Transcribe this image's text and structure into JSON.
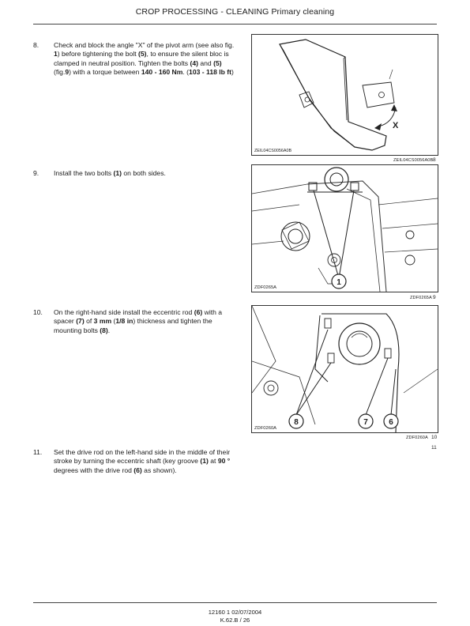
{
  "header": {
    "title": "CROP PROCESSING - CLEANING Primary cleaning"
  },
  "steps": [
    {
      "num": "8.",
      "segments": [
        [
          "Check and block the angle \"X\" of the pivot arm (see also fig. ",
          false
        ],
        [
          "1",
          true
        ],
        [
          ") before tightening the bolt ",
          false
        ],
        [
          "(5)",
          true
        ],
        [
          ", to ensure the silent bloc is clamped in neutral position. Tighten the bolts ",
          false
        ],
        [
          "(4)",
          true
        ],
        [
          " and ",
          false
        ],
        [
          "(5)",
          true
        ],
        [
          " (fig.",
          false
        ],
        [
          "9",
          true
        ],
        [
          ") with a torque between ",
          false
        ],
        [
          "140 - 160 Nm",
          true
        ],
        [
          ". (",
          false
        ],
        [
          "103 - 118 lb ft",
          true
        ],
        [
          ")",
          false
        ]
      ]
    },
    {
      "num": "9.",
      "segments": [
        [
          "Install the two bolts ",
          false
        ],
        [
          "(1)",
          true
        ],
        [
          " on both sides.",
          false
        ]
      ]
    },
    {
      "num": "10.",
      "segments": [
        [
          "On the right-hand side install the eccentric rod ",
          false
        ],
        [
          "(6)",
          true
        ],
        [
          " with a spacer ",
          false
        ],
        [
          "(7)",
          true
        ],
        [
          " of ",
          false
        ],
        [
          "3 mm",
          true
        ],
        [
          " (",
          false
        ],
        [
          "1/8 in",
          true
        ],
        [
          ") thickness and tighten the mounting bolts ",
          false
        ],
        [
          "(8)",
          true
        ],
        [
          ".",
          false
        ]
      ]
    },
    {
      "num": "11.",
      "segments": [
        [
          "Set the drive rod on the left-hand side in the middle of their stroke by turning the eccentric shaft (key groove ",
          false
        ],
        [
          "(1)",
          true
        ],
        [
          " at ",
          false
        ],
        [
          "90 °",
          true
        ],
        [
          " degrees with the drive rod ",
          false
        ],
        [
          "(6)",
          true
        ],
        [
          " as shown).",
          false
        ]
      ]
    }
  ],
  "figures": [
    {
      "inner_label": "ZEIL04CS0056A0B",
      "ref": "ZEIL04CS0056A0B",
      "num": "8",
      "callouts": [
        "X"
      ]
    },
    {
      "inner_label": "ZDF0265A",
      "ref": "ZDF0265A",
      "num": "9",
      "callouts": [
        "1"
      ]
    },
    {
      "inner_label": "ZDF0260A",
      "ref": "ZDF0260A",
      "num": "10",
      "callouts": [
        "8",
        "7",
        "6"
      ]
    }
  ],
  "figure_11_num": "11",
  "footer": {
    "line1": "12160 1 02/07/2004",
    "line2": "K.62.B / 26"
  }
}
